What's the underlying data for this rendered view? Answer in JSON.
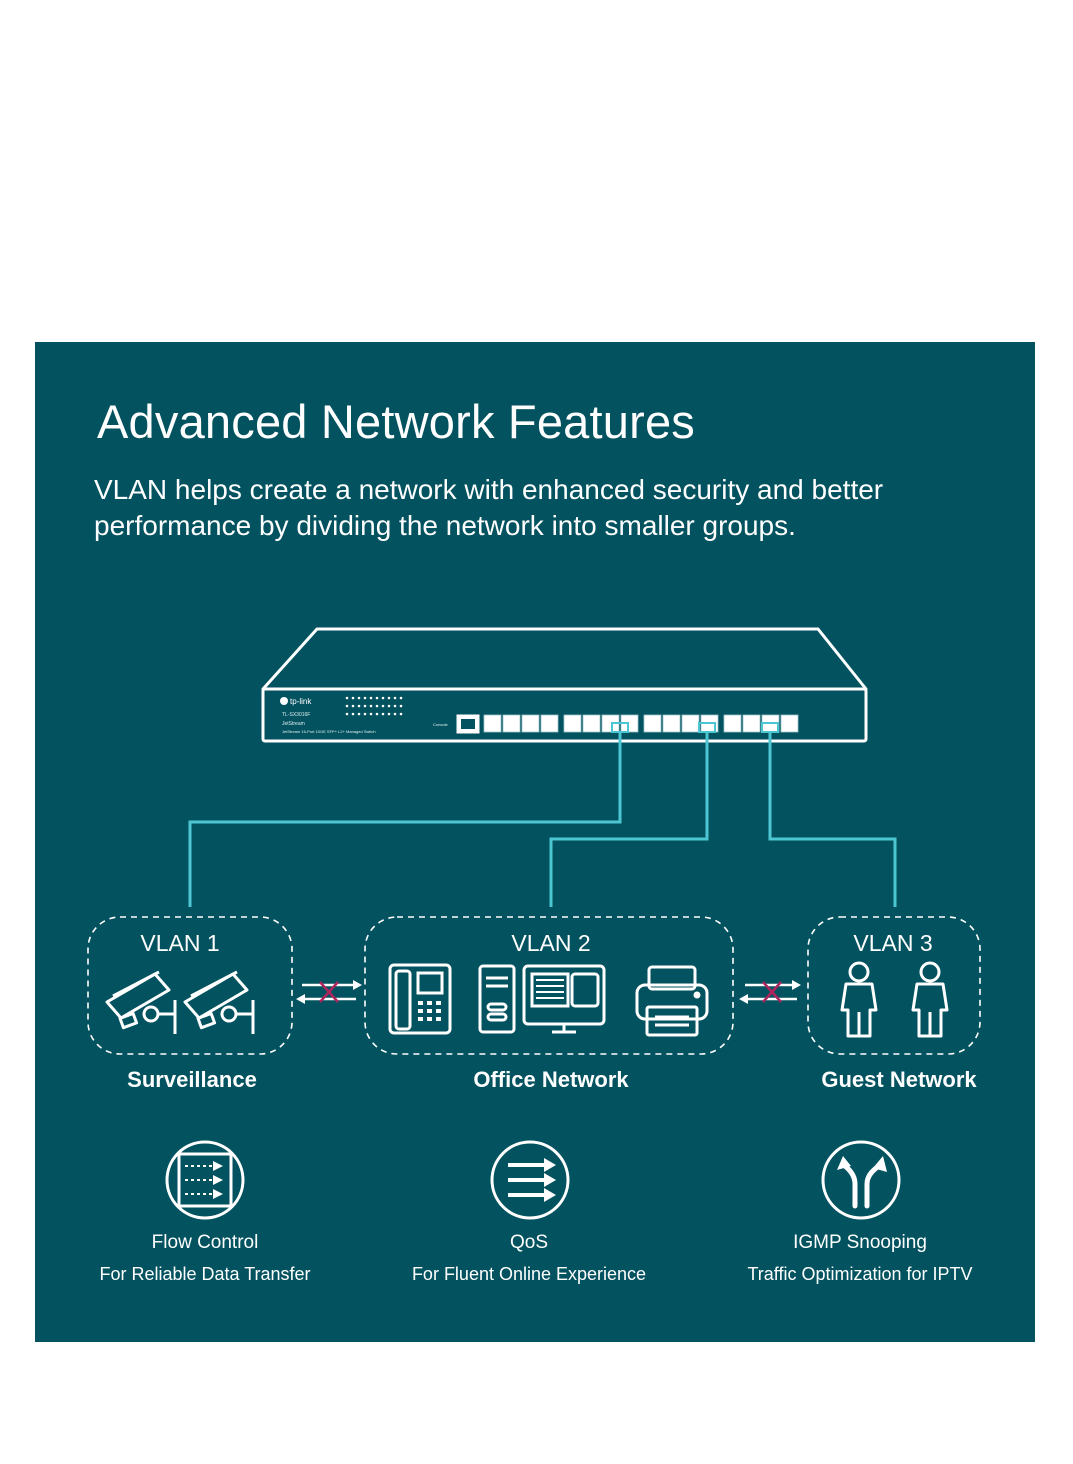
{
  "header": {
    "title": "Advanced Network Features",
    "subtitle": "VLAN helps create a network with enhanced security and better performance by dividing the network into smaller groups."
  },
  "device": {
    "brand": "tp-link",
    "model": "TL-SX3016F",
    "series": "JetStream",
    "description": "JetStream 16-Port 10GE SFP+ L2+ Managed Switch",
    "console_label": "Console",
    "port_count": 16
  },
  "vlans": [
    {
      "label": "VLAN 1",
      "group": "Surveillance",
      "devices": [
        "camera-icon",
        "camera-icon"
      ],
      "connected_port": 8
    },
    {
      "label": "VLAN 2",
      "group": "Office Network",
      "devices": [
        "ip-phone-icon",
        "desktop-computer-icon",
        "printer-icon"
      ],
      "connected_port": 12
    },
    {
      "label": "VLAN 3",
      "group": "Guest Network",
      "devices": [
        "person-icon",
        "person-icon"
      ],
      "connected_port": 15
    }
  ],
  "isolation": [
    {
      "between": [
        "VLAN 1",
        "VLAN 2"
      ],
      "icon": "blocked-arrows-icon"
    },
    {
      "between": [
        "VLAN 2",
        "VLAN 3"
      ],
      "icon": "blocked-arrows-icon"
    }
  ],
  "features": [
    {
      "name": "Flow Control",
      "description": "For Reliable Data Transfer",
      "icon": "flow-control-icon"
    },
    {
      "name": "QoS",
      "description": "For Fluent Online Experience",
      "icon": "qos-icon"
    },
    {
      "name": "IGMP Snooping",
      "description": "Traffic Optimization for IPTV",
      "icon": "igmp-snooping-icon"
    }
  ],
  "colors": {
    "background": "#03525f",
    "line_white": "#ffffff",
    "link_cyan": "#4dc6d3",
    "block_mark": "#b0245e"
  }
}
